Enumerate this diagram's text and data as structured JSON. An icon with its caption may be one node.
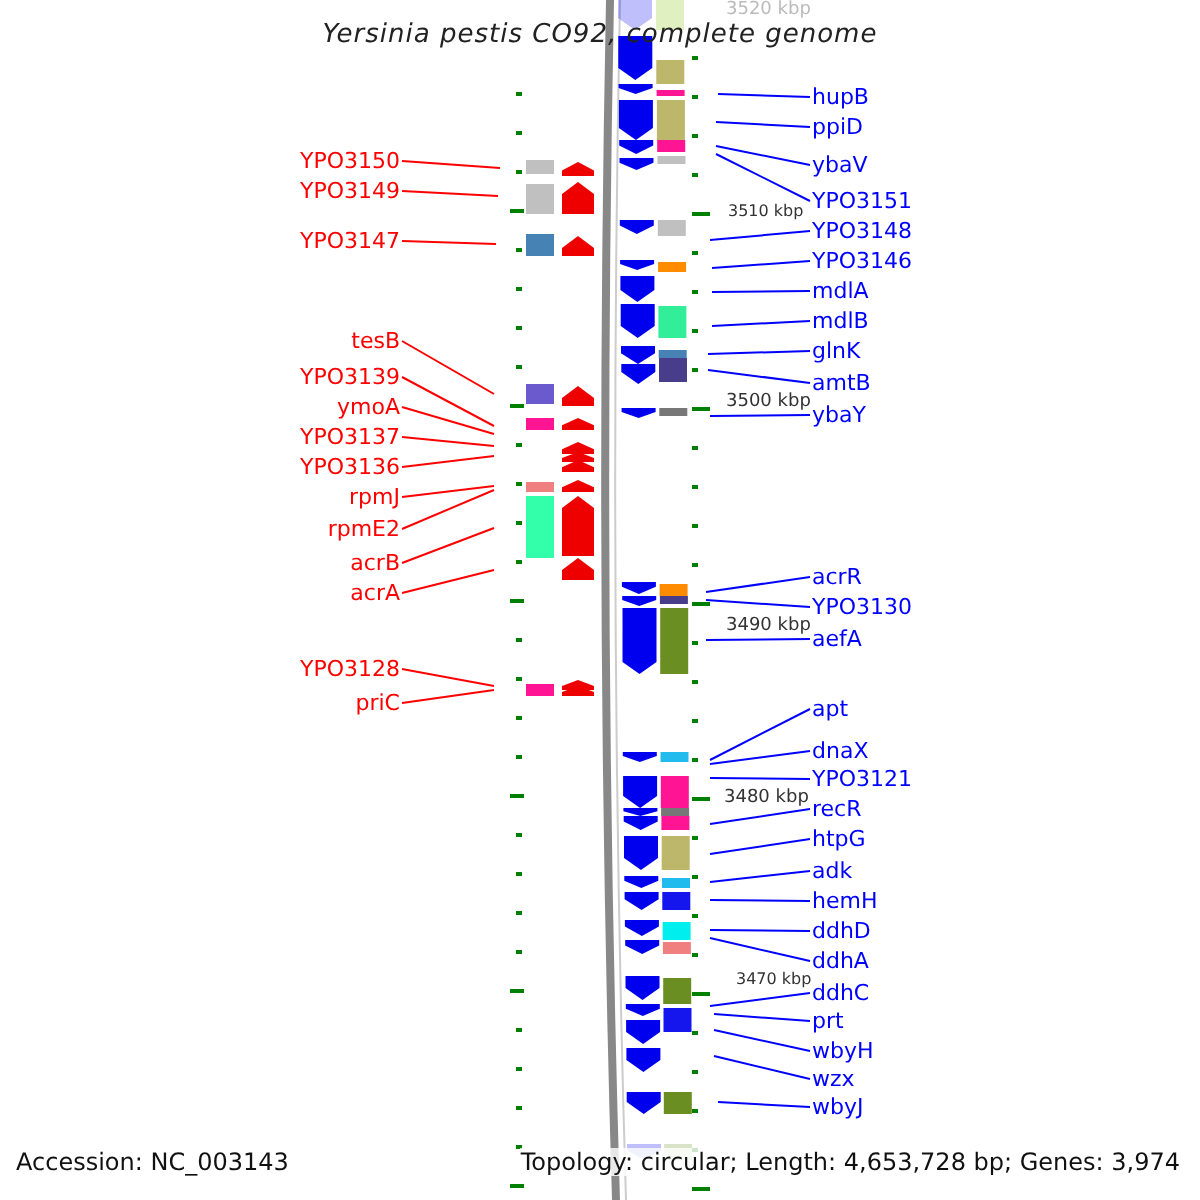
{
  "diagram": {
    "title": "Yersinia pestis CO92, complete genome",
    "nodes": [
      {
        "text": [
          "YPO3150"
        ]
      },
      {
        "text": [
          "YPO3149"
        ]
      },
      {
        "text": [
          "YPO3147"
        ]
      },
      {
        "text": [
          "tesB"
        ]
      },
      {
        "text": [
          "YPO3139"
        ]
      },
      {
        "text": [
          "ymoA"
        ]
      },
      {
        "text": [
          "YPO3137"
        ]
      },
      {
        "text": [
          "YPO3136"
        ]
      },
      {
        "text": [
          "rpmJ"
        ]
      },
      {
        "text": [
          "rpmE2"
        ]
      },
      {
        "text": [
          "acrB"
        ]
      },
      {
        "text": [
          "acrA"
        ]
      },
      {
        "text": [
          "YPO3128"
        ]
      },
      {
        "text": [
          "priC"
        ]
      },
      {
        "text": [
          "hupB"
        ]
      },
      {
        "text": [
          "ppiD"
        ]
      },
      {
        "text": [
          "ybaV"
        ]
      },
      {
        "text": [
          "YPO3151"
        ]
      },
      {
        "text": [
          "YPO3148"
        ]
      },
      {
        "text": [
          "YPO3146"
        ]
      },
      {
        "text": [
          "mdlA"
        ]
      },
      {
        "text": [
          "mdlB"
        ]
      },
      {
        "text": [
          "glnK"
        ]
      },
      {
        "text": [
          "amtB"
        ]
      },
      {
        "text": [
          "ybaY"
        ]
      },
      {
        "text": [
          "acrR"
        ]
      },
      {
        "text": [
          "YPO3130"
        ]
      },
      {
        "text": [
          "aefA"
        ]
      },
      {
        "text": [
          "apt"
        ]
      },
      {
        "text": [
          "dnaX"
        ]
      },
      {
        "text": [
          "YPO3121"
        ]
      },
      {
        "text": [
          "recR"
        ]
      },
      {
        "text": [
          "htpG"
        ]
      },
      {
        "text": [
          "adk"
        ]
      },
      {
        "text": [
          "hemH"
        ]
      },
      {
        "text": [
          "ddhD"
        ]
      },
      {
        "text": [
          "ddhA"
        ]
      },
      {
        "text": [
          "ddhC"
        ]
      },
      {
        "text": [
          "prt"
        ]
      },
      {
        "text": [
          "wbyH"
        ]
      },
      {
        "text": [
          "wzx"
        ]
      },
      {
        "text": [
          "wbyJ"
        ]
      }
    ],
    "edges": [
      {
        "from": 0,
        "to": null,
        "arrow": "none",
        "color": "#ff0000"
      },
      {
        "from": 1,
        "to": null,
        "arrow": "none",
        "color": "#ff0000"
      },
      {
        "from": 2,
        "to": null,
        "arrow": "none",
        "color": "#ff0000"
      },
      {
        "from": 3,
        "to": null,
        "arrow": "none",
        "color": "#ff0000"
      },
      {
        "from": 4,
        "to": null,
        "arrow": "none",
        "color": "#ff0000"
      },
      {
        "from": 5,
        "to": null,
        "arrow": "none",
        "color": "#ff0000"
      },
      {
        "from": 6,
        "to": null,
        "arrow": "none",
        "color": "#ff0000"
      },
      {
        "from": 7,
        "to": null,
        "arrow": "none",
        "color": "#ff0000"
      },
      {
        "from": 8,
        "to": null,
        "arrow": "none",
        "color": "#ff0000"
      },
      {
        "from": 9,
        "to": null,
        "arrow": "none",
        "color": "#ff0000"
      },
      {
        "from": 10,
        "to": null,
        "arrow": "none",
        "color": "#ff0000"
      },
      {
        "from": 11,
        "to": null,
        "arrow": "none",
        "color": "#ff0000"
      },
      {
        "from": 12,
        "to": null,
        "arrow": "none",
        "color": "#ff0000"
      },
      {
        "from": 13,
        "to": null,
        "arrow": "none",
        "color": "#ff0000"
      },
      {
        "from": 14,
        "to": null,
        "arrow": "none"
      },
      {
        "from": 15,
        "to": null,
        "arrow": "none"
      },
      {
        "from": 16,
        "to": null,
        "arrow": "none"
      },
      {
        "from": 17,
        "to": null,
        "arrow": "none"
      },
      {
        "from": 18,
        "to": null,
        "arrow": "none"
      },
      {
        "from": 19,
        "to": null,
        "arrow": "none"
      },
      {
        "from": 20,
        "to": null,
        "arrow": "none"
      },
      {
        "from": 21,
        "to": null,
        "arrow": "none"
      },
      {
        "from": 22,
        "to": null,
        "arrow": "none"
      },
      {
        "from": 23,
        "to": null,
        "arrow": "none"
      },
      {
        "from": 24,
        "to": null,
        "arrow": "none"
      },
      {
        "from": 25,
        "to": null,
        "arrow": "none"
      },
      {
        "from": 26,
        "to": null,
        "arrow": "none"
      },
      {
        "from": 27,
        "to": null,
        "arrow": "none"
      },
      {
        "from": 28,
        "to": null,
        "arrow": "none"
      },
      {
        "from": 29,
        "to": null,
        "arrow": "none"
      },
      {
        "from": 30,
        "to": null,
        "arrow": "none"
      },
      {
        "from": 31,
        "to": null,
        "arrow": "none"
      },
      {
        "from": 32,
        "to": null,
        "arrow": "none"
      },
      {
        "from": 33,
        "to": null,
        "arrow": "none"
      },
      {
        "from": 34,
        "to": null,
        "arrow": "none"
      },
      {
        "from": 35,
        "to": null,
        "arrow": "none"
      },
      {
        "from": 36,
        "to": null,
        "arrow": "none"
      },
      {
        "from": 37,
        "to": null,
        "arrow": "none"
      },
      {
        "from": 38,
        "to": null,
        "arrow": "none"
      },
      {
        "from": 39,
        "to": null,
        "arrow": "none"
      },
      {
        "from": 40,
        "to": null,
        "arrow": "none"
      },
      {
        "from": 41,
        "to": null,
        "arrow": "none"
      }
    ],
    "labels": [
      "3520 kbp",
      "3510 kbp",
      "3500 kbp",
      "3490 kbp",
      "3480 kbp",
      "3470 kbp",
      "Accession: NC_003143",
      "Topology: circular; Length: 4,653,728 bp; Genes: 3,974"
    ]
  }
}
